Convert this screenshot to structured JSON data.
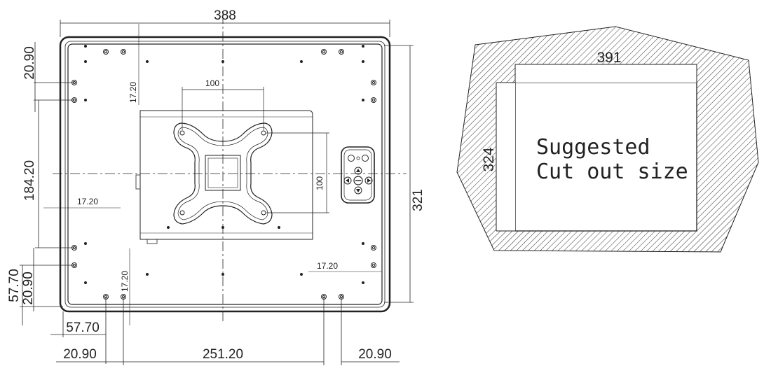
{
  "left_drawing": {
    "dims": {
      "width_total": "388",
      "height_total": "321",
      "height_inner": "184.20",
      "left_top_offset": "20.90",
      "left_bottom_offset_a": "57.70",
      "left_bottom_offset_b": "20.90",
      "bottom_left_a": "57.70",
      "bottom_left_b": "20.90",
      "bottom_center": "251.20",
      "bottom_right": "20.90",
      "small_top": "17.20",
      "small_left": "17.20",
      "small_bottom": "17.20",
      "small_right": "17.20",
      "vesa_w": "100",
      "vesa_h": "100"
    }
  },
  "right_drawing": {
    "cutout_width": "391",
    "cutout_height": "324",
    "note_line1": "Suggested",
    "note_line2": "Cut out size"
  }
}
